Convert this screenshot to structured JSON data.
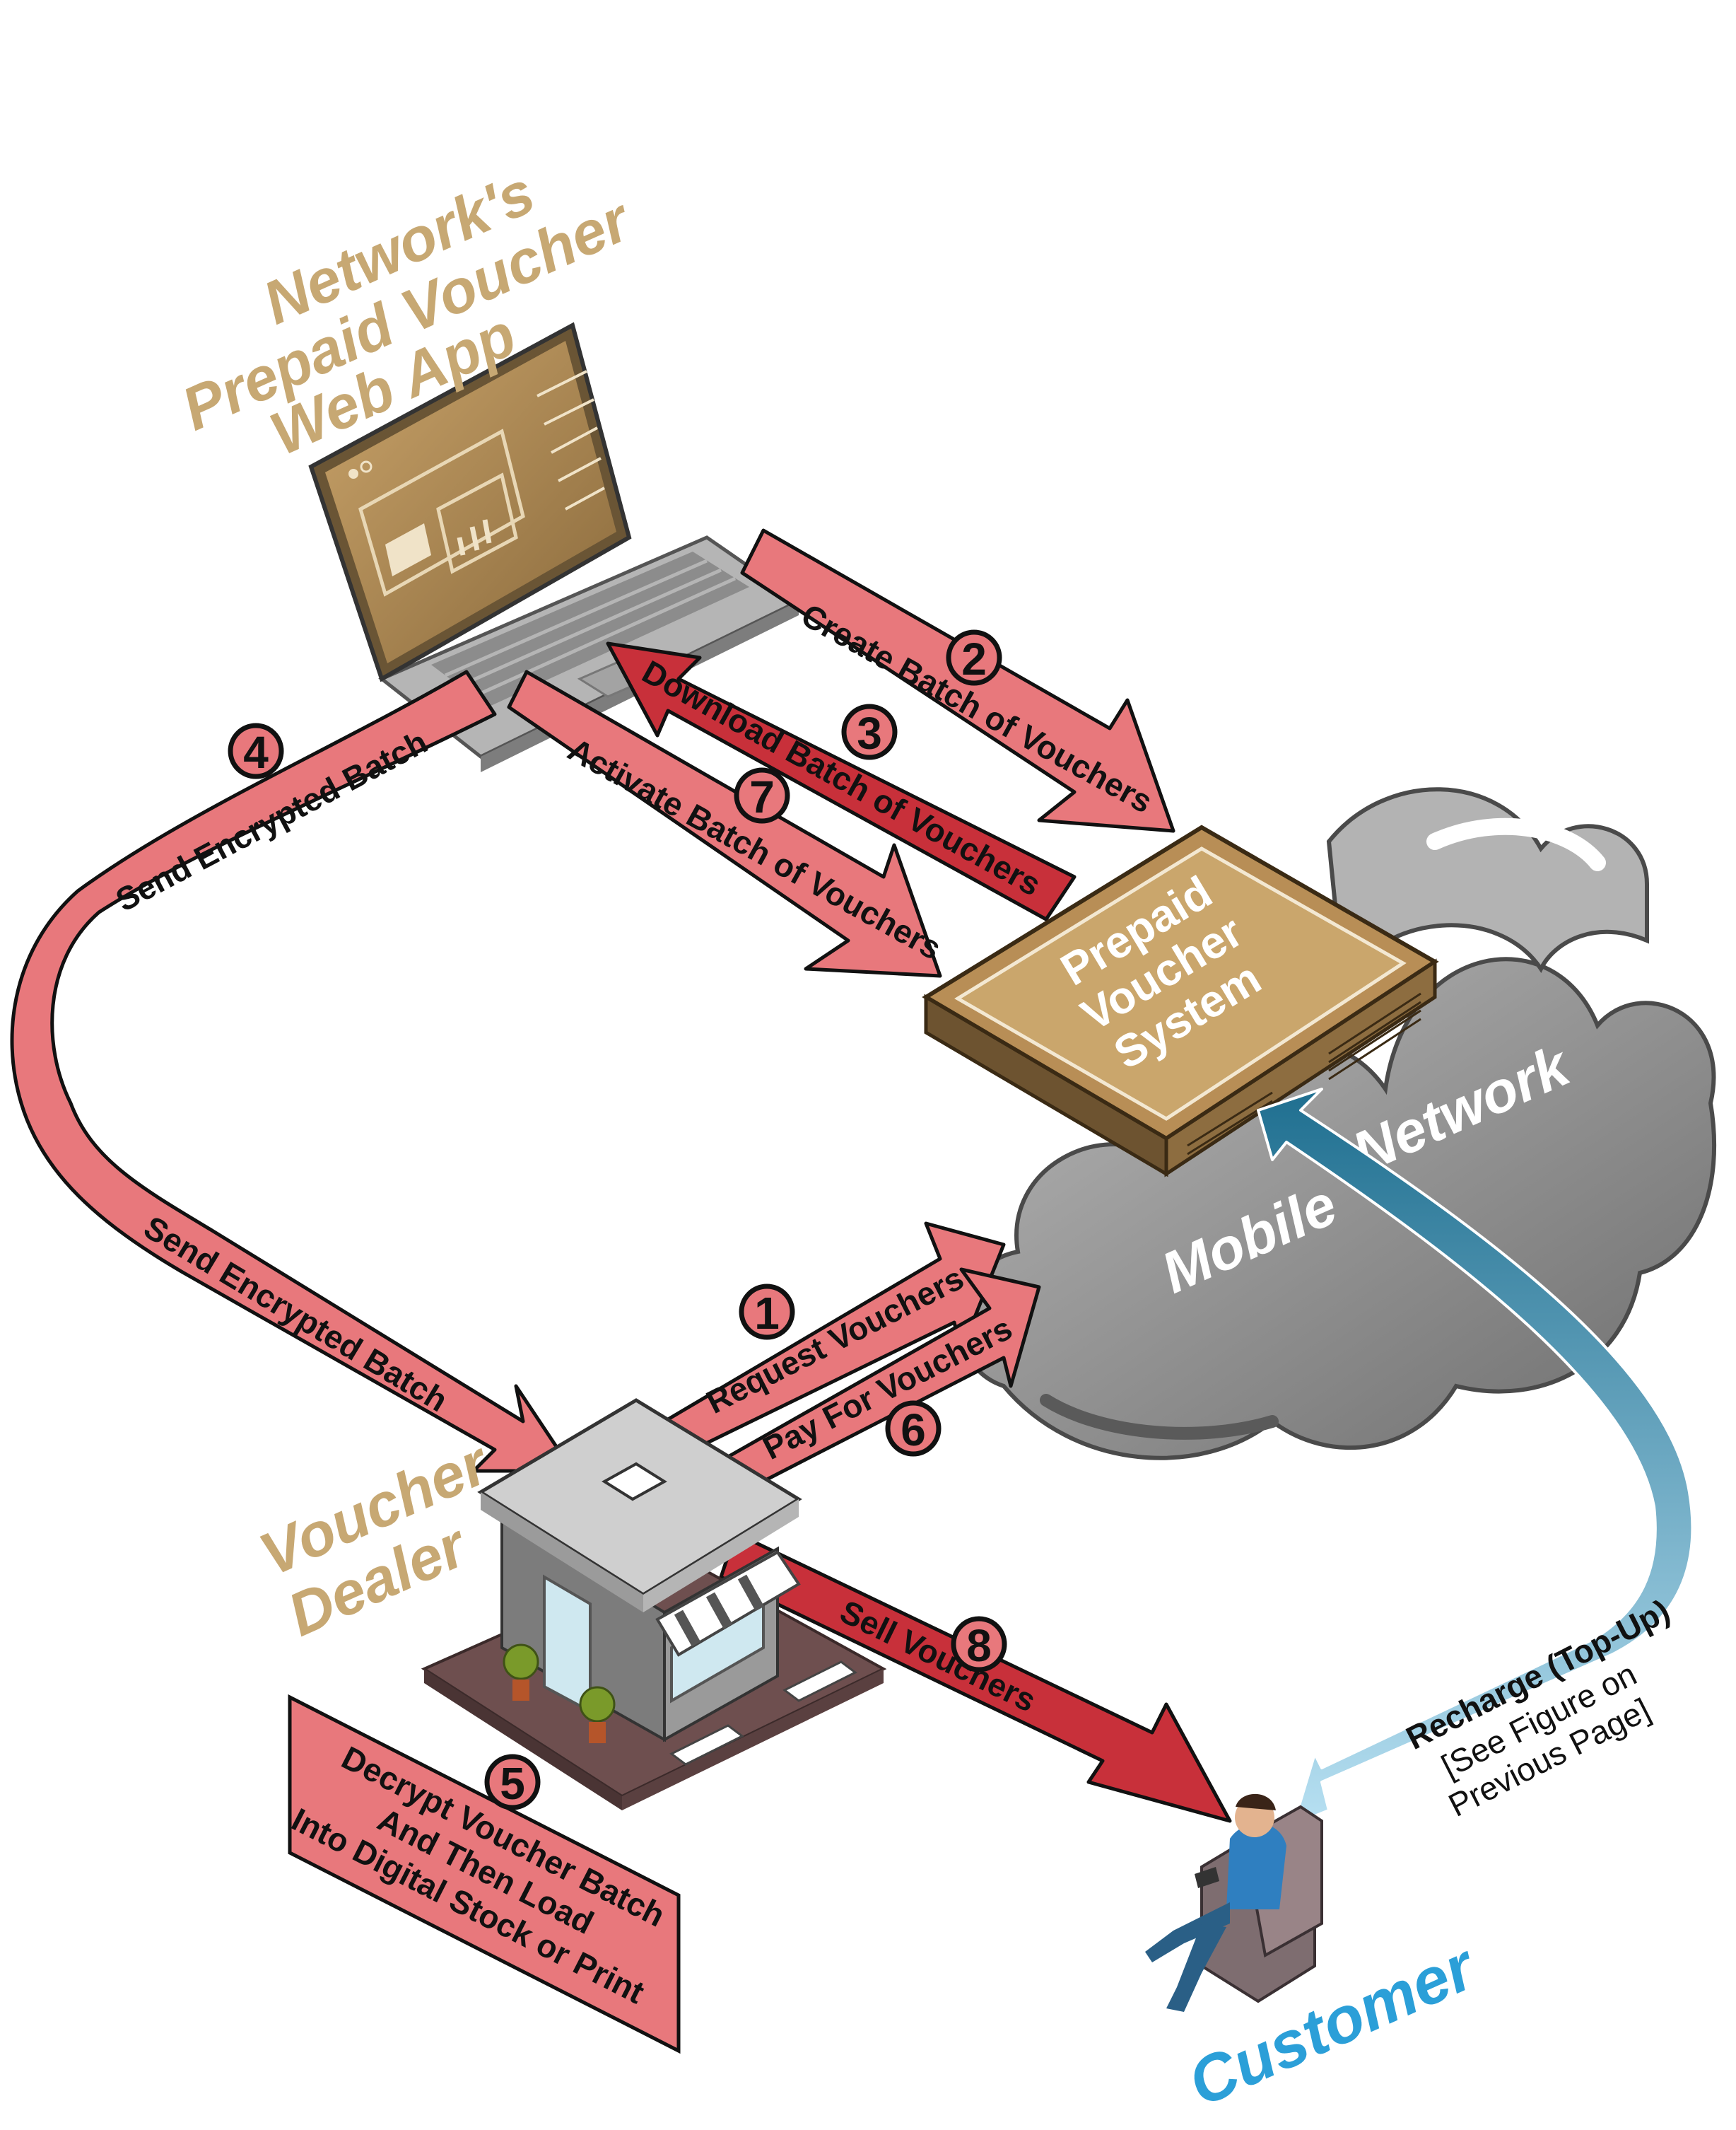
{
  "labels": {
    "web_app_line1": "Network's",
    "web_app_line2": "Prepaid Voucher",
    "web_app_line3": "Web App",
    "server_line1": "Prepaid",
    "server_line2": "Voucher",
    "server_line3": "System",
    "network_word1": "Mobile",
    "network_word2": "Network",
    "dealer_line1": "Voucher",
    "dealer_line2": "Dealer",
    "customer": "Customer"
  },
  "steps": [
    {
      "number": "1",
      "label": "Request Vouchers"
    },
    {
      "number": "2",
      "label": "Create Batch of Vouchers"
    },
    {
      "number": "3",
      "label": "Download Batch of Vouchers"
    },
    {
      "number": "4",
      "label": "Send Encrypted Batch",
      "label_lower": "Send Encrypted Batch"
    },
    {
      "number": "5",
      "box_line1": "Decrypt Voucher Batch",
      "box_line2": "And Then Load",
      "box_line3": "Into Digital Stock or Print"
    },
    {
      "number": "6",
      "label": "Pay For Vouchers"
    },
    {
      "number": "7",
      "label": "Activate Batch of Vouchers"
    },
    {
      "number": "8",
      "label": "Sell Vouchers"
    }
  ],
  "recharge": {
    "label": "Recharge (Top-Up)",
    "note_line1": "[See Figure on",
    "note_line2": "Previous Page]"
  },
  "colors": {
    "arrow_red": "#e8787c",
    "arrow_red_dark": "#c8303a",
    "gold": "#c7a873",
    "server_gold": "#a8844f",
    "cloud_grey": "#8f8f8f",
    "recharge_blue": "#2b87a8",
    "recharge_light_blue": "#9fd3ea",
    "customer_blue": "#2b9fd8"
  },
  "icons": [
    "laptop-icon",
    "server-icon",
    "cloud-icon",
    "shop-icon",
    "customer-icon"
  ]
}
